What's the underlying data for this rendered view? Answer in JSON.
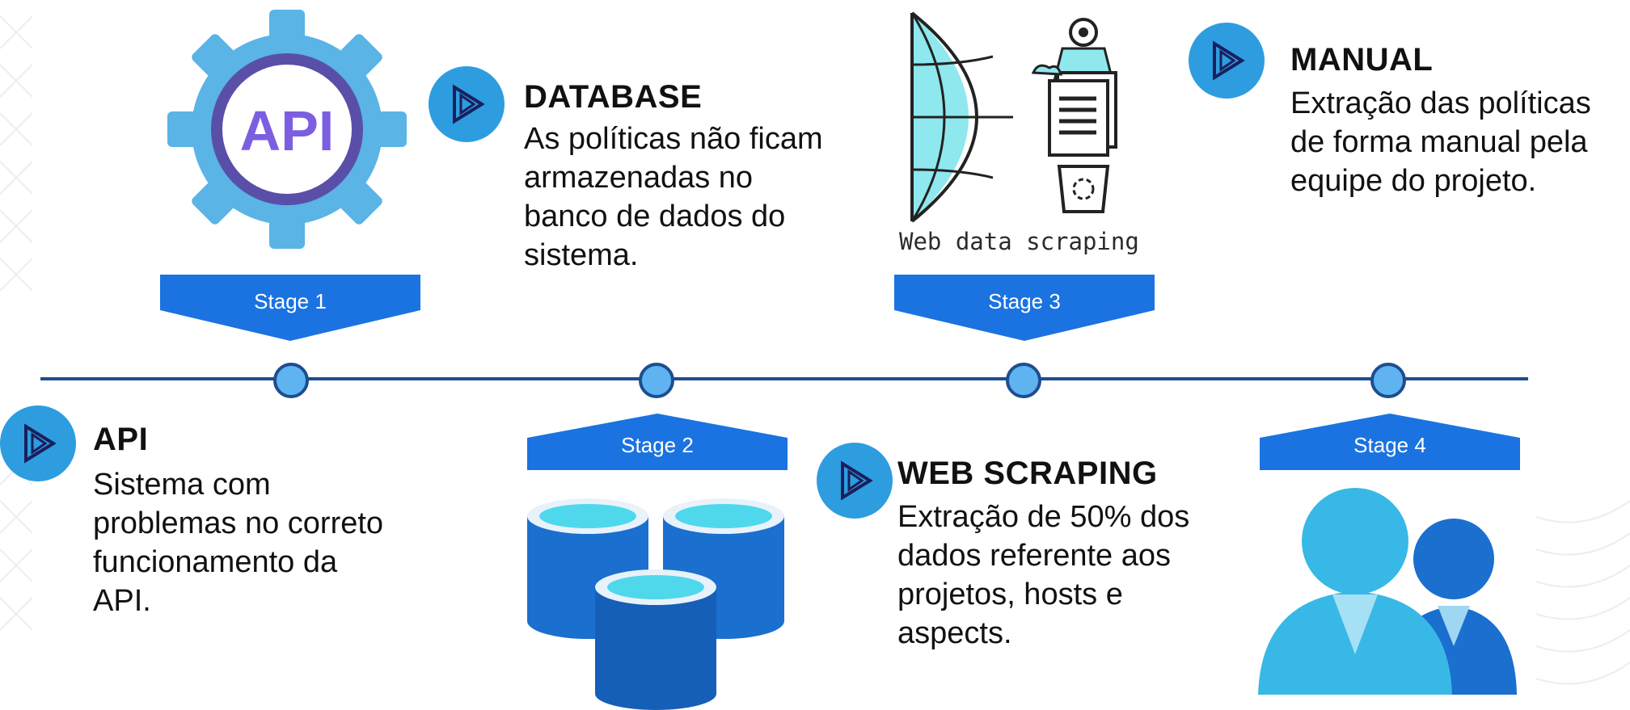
{
  "stages": [
    {
      "label": "Stage 1"
    },
    {
      "label": "Stage 2"
    },
    {
      "label": "Stage 3"
    },
    {
      "label": "Stage 4"
    }
  ],
  "items": {
    "api": {
      "title": "API",
      "lines": [
        "Sistema com",
        "problemas no correto",
        "funcionamento da",
        "API."
      ]
    },
    "database": {
      "title": "DATABASE",
      "lines": [
        "As políticas não ficam",
        "armazenadas no",
        "banco de dados do",
        "sistema."
      ]
    },
    "web_scraping": {
      "title": "WEB SCRAPING",
      "lines": [
        "Extração de 50% dos",
        "dados referente aos",
        "projetos, hosts e",
        "aspects."
      ]
    },
    "manual": {
      "title": "MANUAL",
      "lines": [
        "Extração das políticas",
        "de forma manual pela",
        "equipe do projeto."
      ]
    }
  },
  "icons": {
    "api_gear": {
      "text": "API"
    },
    "web_scraping": {
      "caption": "Web data scraping"
    },
    "database": "database-cylinders-icon",
    "users": "users-icon",
    "bullet": "play-arrow-icon"
  },
  "colors": {
    "banner": "#1a73e0",
    "timeline": "#1d4e8f",
    "node": "#5fb3f0",
    "bullet": "#2d9de0",
    "gear": "#5ab4e6",
    "gear_ring": "#5a4fa8",
    "cylinder": "#1a6fcf",
    "cylinder_top": "#4fd8ec"
  }
}
